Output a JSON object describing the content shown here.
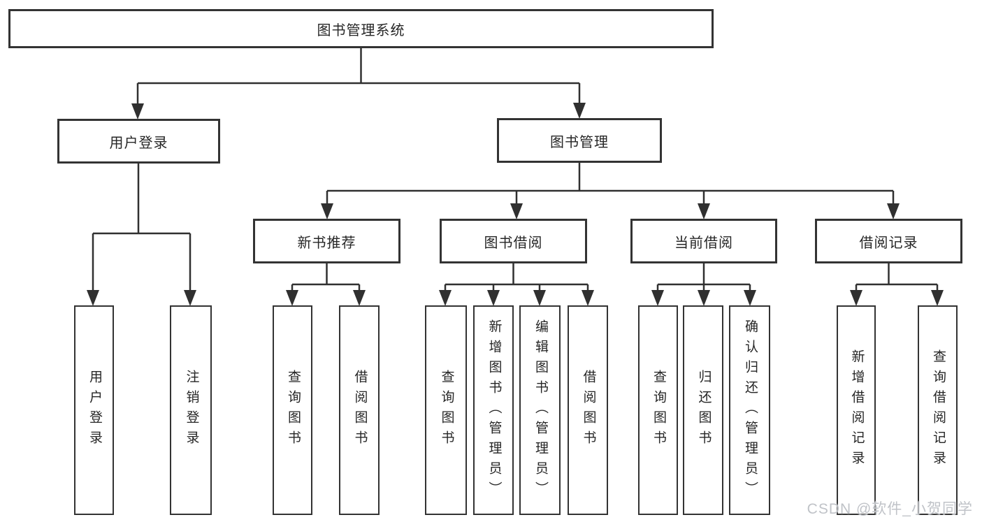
{
  "nodes": {
    "root": {
      "label": "图书管理系统"
    },
    "level2": [
      {
        "label": "用户登录"
      },
      {
        "label": "图书管理"
      }
    ],
    "level3": [
      {
        "label": "新书推荐"
      },
      {
        "label": "图书借阅"
      },
      {
        "label": "当前借阅"
      },
      {
        "label": "借阅记录"
      }
    ],
    "leaves": [
      {
        "label": "用户登录"
      },
      {
        "label": "注销登录"
      },
      {
        "label": "查询图书"
      },
      {
        "label": "借阅图书"
      },
      {
        "label": "查询图书"
      },
      {
        "label": "新增图书（管理员）"
      },
      {
        "label": "编辑图书（管理员）"
      },
      {
        "label": "借阅图书"
      },
      {
        "label": "查询图书"
      },
      {
        "label": "归还图书"
      },
      {
        "label": "确认归还（管理员）"
      },
      {
        "label": "新增借阅记录"
      },
      {
        "label": "查询借阅记录"
      }
    ]
  },
  "watermark": {
    "text": "CSDN @软件_小贺同学"
  },
  "colors": {
    "line": "#303030",
    "border": "#333333",
    "text": "#262626",
    "watermark": "#c0c3c8",
    "background": "#ffffff"
  }
}
